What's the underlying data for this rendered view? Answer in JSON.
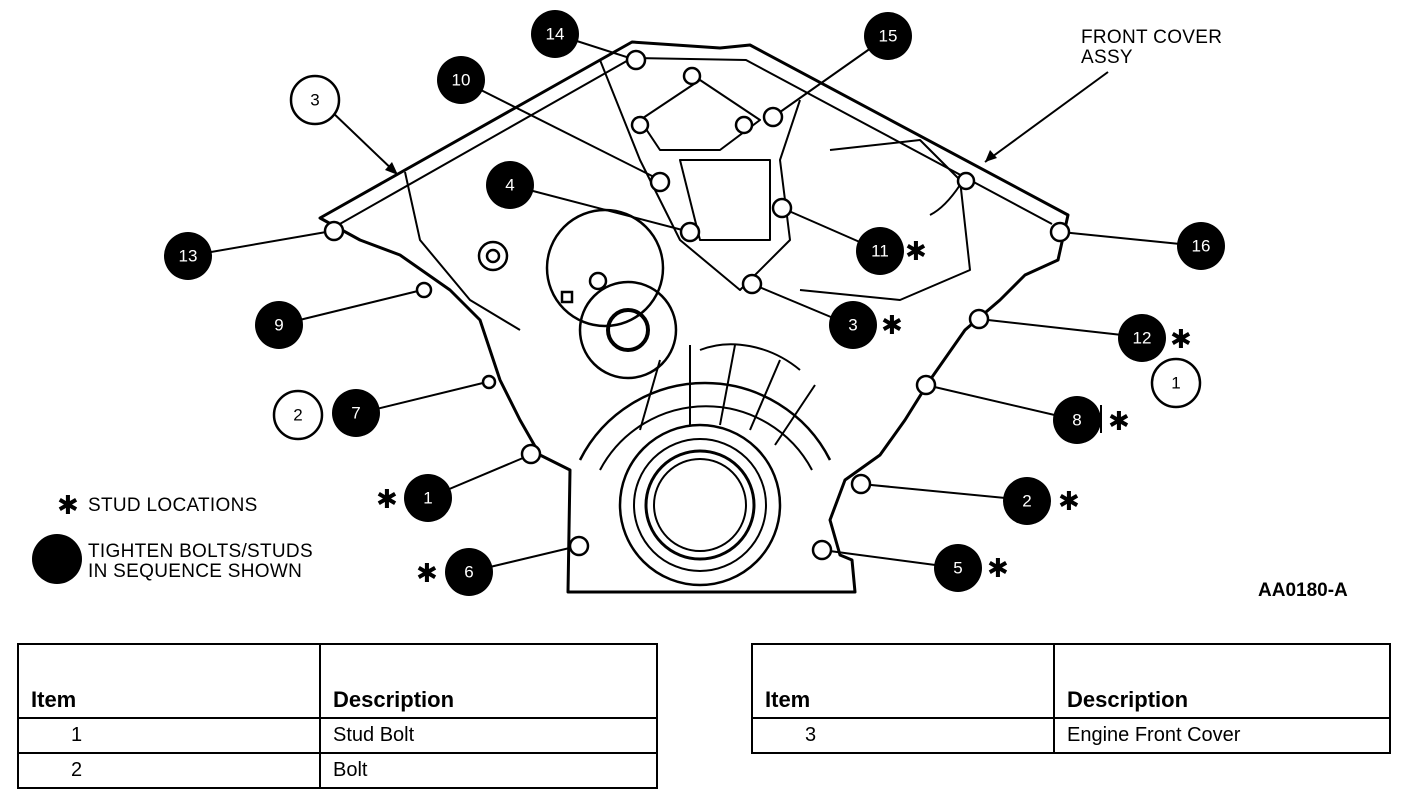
{
  "diagram": {
    "front_cover_label_line1": "FRONT COVER",
    "front_cover_label_line2": "ASSY",
    "stud_locations_label": "STUD LOCATIONS",
    "tighten_label_line1": "TIGHTEN BOLTS/STUDS",
    "tighten_label_line2": "IN SEQUENCE SHOWN",
    "reference_code": "AA0180-A",
    "asterisk": "✱",
    "sequence": [
      {
        "num": "1",
        "stud": true
      },
      {
        "num": "2",
        "stud": true
      },
      {
        "num": "3",
        "stud": true
      },
      {
        "num": "4",
        "stud": false
      },
      {
        "num": "5",
        "stud": true
      },
      {
        "num": "6",
        "stud": true
      },
      {
        "num": "7",
        "stud": false
      },
      {
        "num": "8",
        "stud": true
      },
      {
        "num": "9",
        "stud": false
      },
      {
        "num": "10",
        "stud": false
      },
      {
        "num": "11",
        "stud": true
      },
      {
        "num": "12",
        "stud": true
      },
      {
        "num": "13",
        "stud": false
      },
      {
        "num": "14",
        "stud": false
      },
      {
        "num": "15",
        "stud": false
      },
      {
        "num": "16",
        "stud": false
      }
    ],
    "item_callouts": [
      "1",
      "2",
      "3"
    ]
  },
  "table_left": {
    "headers": [
      "Item",
      "Description"
    ],
    "rows": [
      {
        "item": "1",
        "description": "Stud Bolt"
      },
      {
        "item": "2",
        "description": "Bolt"
      }
    ]
  },
  "table_right": {
    "headers": [
      "Item",
      "Description"
    ],
    "rows": [
      {
        "item": "3",
        "description": "Engine Front Cover"
      }
    ]
  }
}
